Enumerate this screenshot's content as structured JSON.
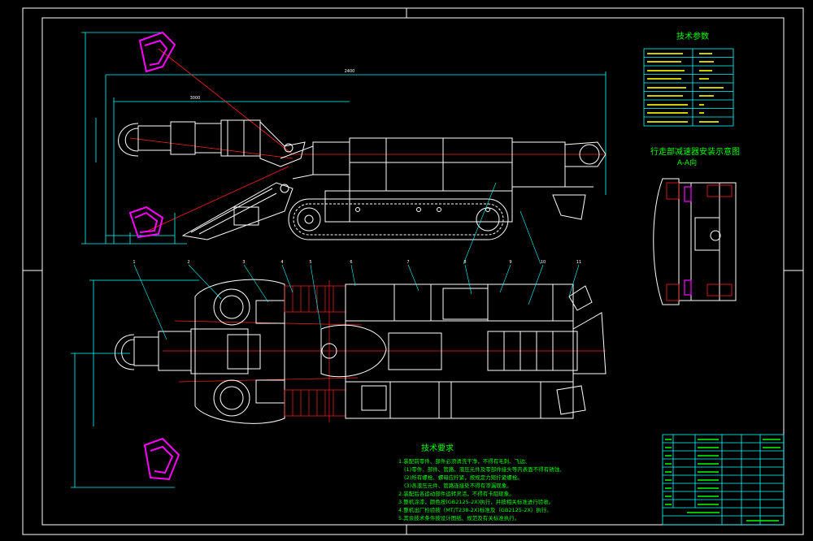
{
  "drawing": {
    "colors": {
      "background": "#000000",
      "line_white": "#ffffff",
      "line_cyan": "#00ffff",
      "line_red": "#ff2020",
      "line_magenta": "#ff00ff",
      "text_green": "#00ff00",
      "text_yellow": "#ffff00"
    }
  },
  "side_view": {
    "dim_a": "2400",
    "dim_b": "3000"
  },
  "plan_view": {
    "callouts": [
      "1",
      "2",
      "3",
      "4",
      "5",
      "6",
      "7",
      "8",
      "9",
      "10",
      "11"
    ]
  },
  "section_view": {
    "title": "行走部减速器安装示意图",
    "subtitle": "A-A向"
  },
  "tech_params": {
    "title": "技术参数"
  },
  "tech_requirements": {
    "title": "技术要求",
    "line_1": "1.装配前零件、部件必须清洗干净，不得有毛刺、飞边、",
    "line_2": "(1)零件、部件、管路、液压元件及零部件接头等内表面不得有锈蚀、",
    "line_3": "(2)所有螺栓、螺母应拧紧，按规定力矩拧紧螺栓。",
    "line_4": "(3)各液压元件、管路连接处不得有渗漏现象。",
    "line_5": "2.装配后各运动部件运转灵活，不得有卡阻现象。",
    "line_6": "3.整机涂漆，颜色按(GB2125-2X)执行，并按相关标准进行验收。",
    "line_7": "4.整机出厂检验按（MT/T238-2X)标准及（GB2125-2X）执行。",
    "line_8": "5.其余技术条件按设计图纸、规范及有关标准执行。"
  }
}
